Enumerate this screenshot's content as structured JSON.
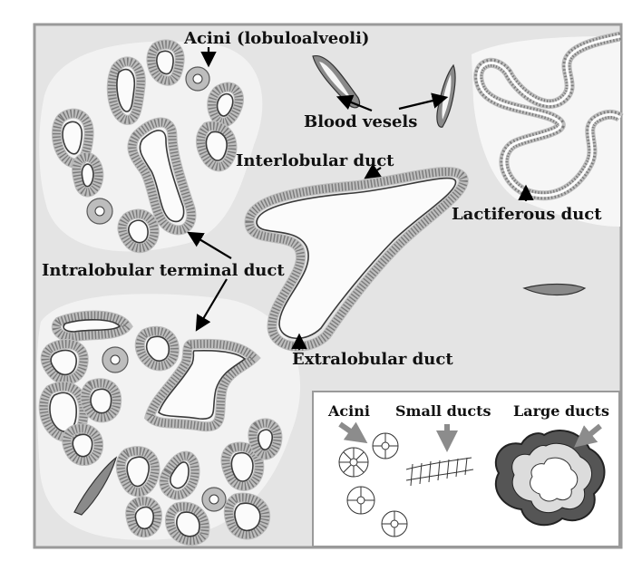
{
  "labels": {
    "acini_lobuloalveoli": "Acini (lobuloalveoli)",
    "blood_vessels": "Blood vesels",
    "interlobular_duct": "Interlobular duct",
    "lactiferous_duct": "Lactiferous duct",
    "intralobular_terminal_duct": "Intralobular terminal duct",
    "extralobular_duct": "Extralobular duct"
  },
  "inset": {
    "acini": "Acini",
    "small_ducts": "Small ducts",
    "large_ducts": "Large ducts"
  },
  "colors": {
    "background": "#e4e4e4",
    "lobule": "#f1f1f1",
    "frame": "#9a9a9a",
    "arrow_black": "#000000",
    "arrow_gray": "#8c8c8c"
  }
}
